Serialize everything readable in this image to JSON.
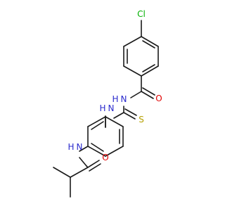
{
  "molecule": {
    "atoms": [
      {
        "id": "Cl",
        "label": "Cl",
        "color": "#00b000"
      },
      {
        "id": "O1",
        "label": "O",
        "color": "#e00000"
      },
      {
        "id": "N1",
        "label": "N",
        "hydrogen": "H",
        "color": "#2a2acd"
      },
      {
        "id": "N2",
        "label": "N",
        "hydrogen": "H",
        "color": "#2a2acd"
      },
      {
        "id": "S1",
        "label": "S",
        "color": "#b5a000"
      },
      {
        "id": "N3",
        "label": "N",
        "hydrogen": "H",
        "color": "#2a2acd"
      },
      {
        "id": "O2",
        "label": "O",
        "color": "#e00000"
      }
    ],
    "bond_color": "#1a1a1a"
  }
}
